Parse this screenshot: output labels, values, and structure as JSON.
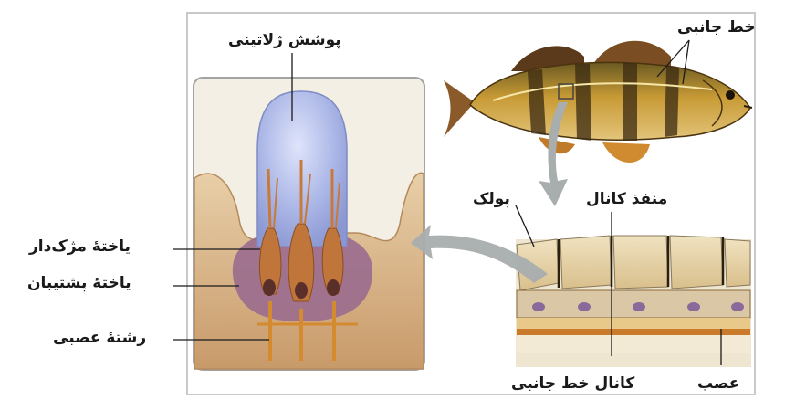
{
  "labels": {
    "gelatinous_cover": "پوشش ژلاتینی",
    "lateral_line": "خط جانبی",
    "canal_opening": "منفذ کانال",
    "scale": "پولک",
    "ciliated_cell": "یاختهٔ مژک‌دار",
    "support_cell": "یاختهٔ پشتیبان",
    "nerve_fiber": "رشتهٔ عصبی",
    "lateral_line_canal": "کانال خط جانبی",
    "nerve": "عصب"
  },
  "colors": {
    "frame": "#c9c9c9",
    "panel_bg": "#f4efe4",
    "gel_cap": "#aab6e6",
    "hair_cell": "#c0753a",
    "support_tissue": "#9a6b8e",
    "nerve_fiber": "#d48a2e",
    "fish_body": "#b58a2a",
    "fish_stripe": "#3b2a12",
    "fin": "#8a5a2a",
    "scale": "#e6d2a2",
    "arrow": "#a8adae"
  }
}
